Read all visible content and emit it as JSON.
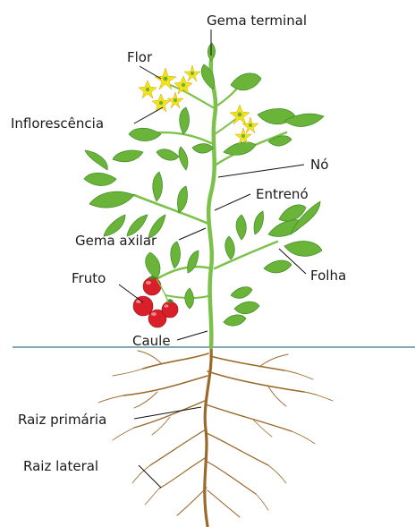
{
  "labels": {
    "gema_terminal": "Gema terminal",
    "flor": "Flor",
    "inflorescencia": "Inflorescência",
    "no": "Nó",
    "entreno": "Entrenó",
    "gema_axilar": "Gema axilar",
    "fruto": "Fruto",
    "folha": "Folha",
    "caule": "Caule",
    "raiz_primaria": "Raiz primária",
    "raiz_lateral": "Raiz lateral"
  },
  "colors": {
    "leaf": "#6ab43a",
    "leaf_dark": "#3f8a24",
    "stem": "#7cc24a",
    "flower": "#f5e21b",
    "fruit": "#d9202a",
    "root": "#9a6a2a",
    "ground_line": "#5b8c99"
  }
}
